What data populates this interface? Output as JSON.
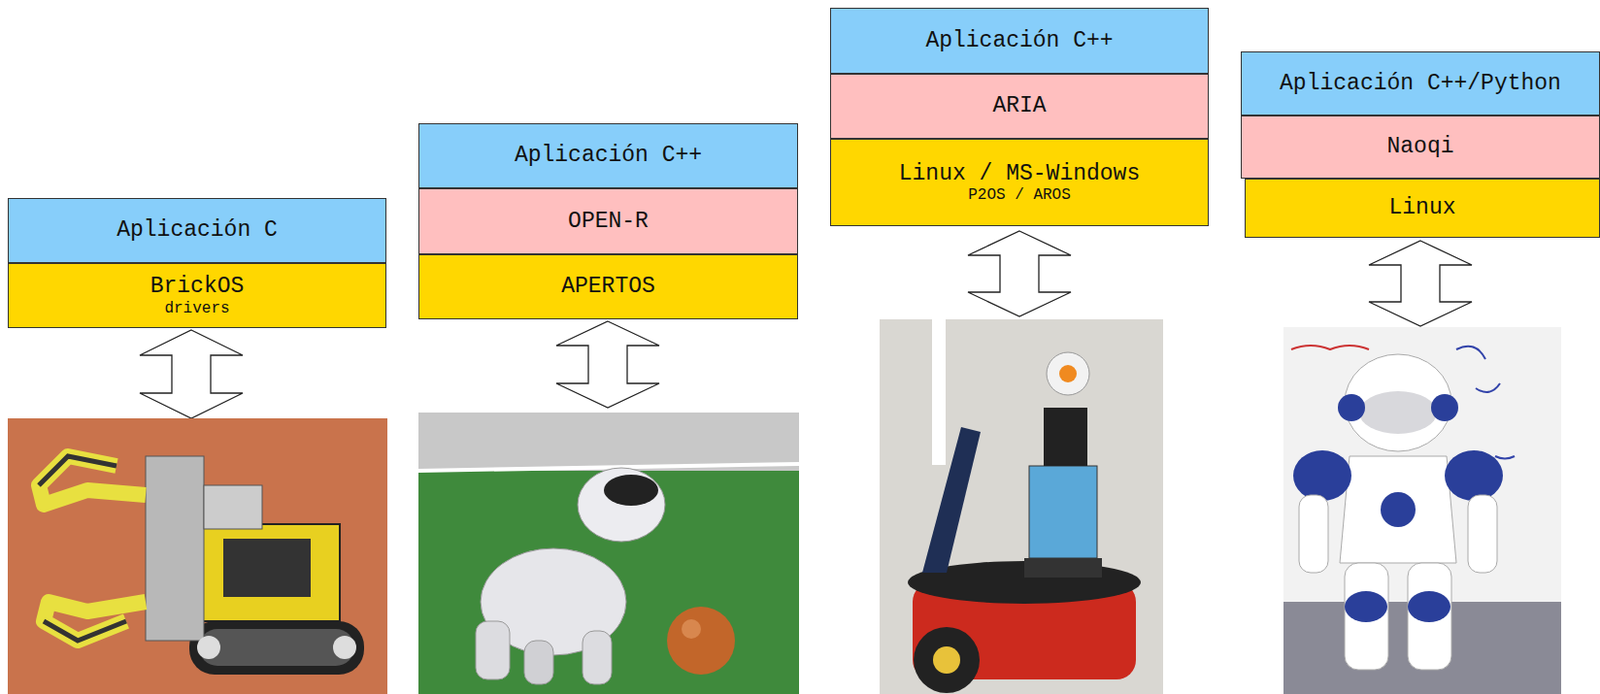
{
  "diagram": {
    "nodes": [
      {
        "text": [
          "Aplicación C"
        ]
      },
      {
        "text": [
          "BrickOS",
          "drivers"
        ]
      },
      {
        "text": [
          "Aplicación C++"
        ]
      },
      {
        "text": [
          "OPEN-R"
        ]
      },
      {
        "text": [
          "APERTOS"
        ]
      },
      {
        "text": [
          "Aplicación C++"
        ]
      },
      {
        "text": [
          "ARIA"
        ]
      },
      {
        "text": [
          "Linux / MS-Windows",
          "P2OS / AROS"
        ]
      },
      {
        "text": [
          "Aplicación C++/Python"
        ]
      },
      {
        "text": [
          "Naoqi"
        ]
      },
      {
        "text": [
          "Linux"
        ]
      }
    ]
  }
}
